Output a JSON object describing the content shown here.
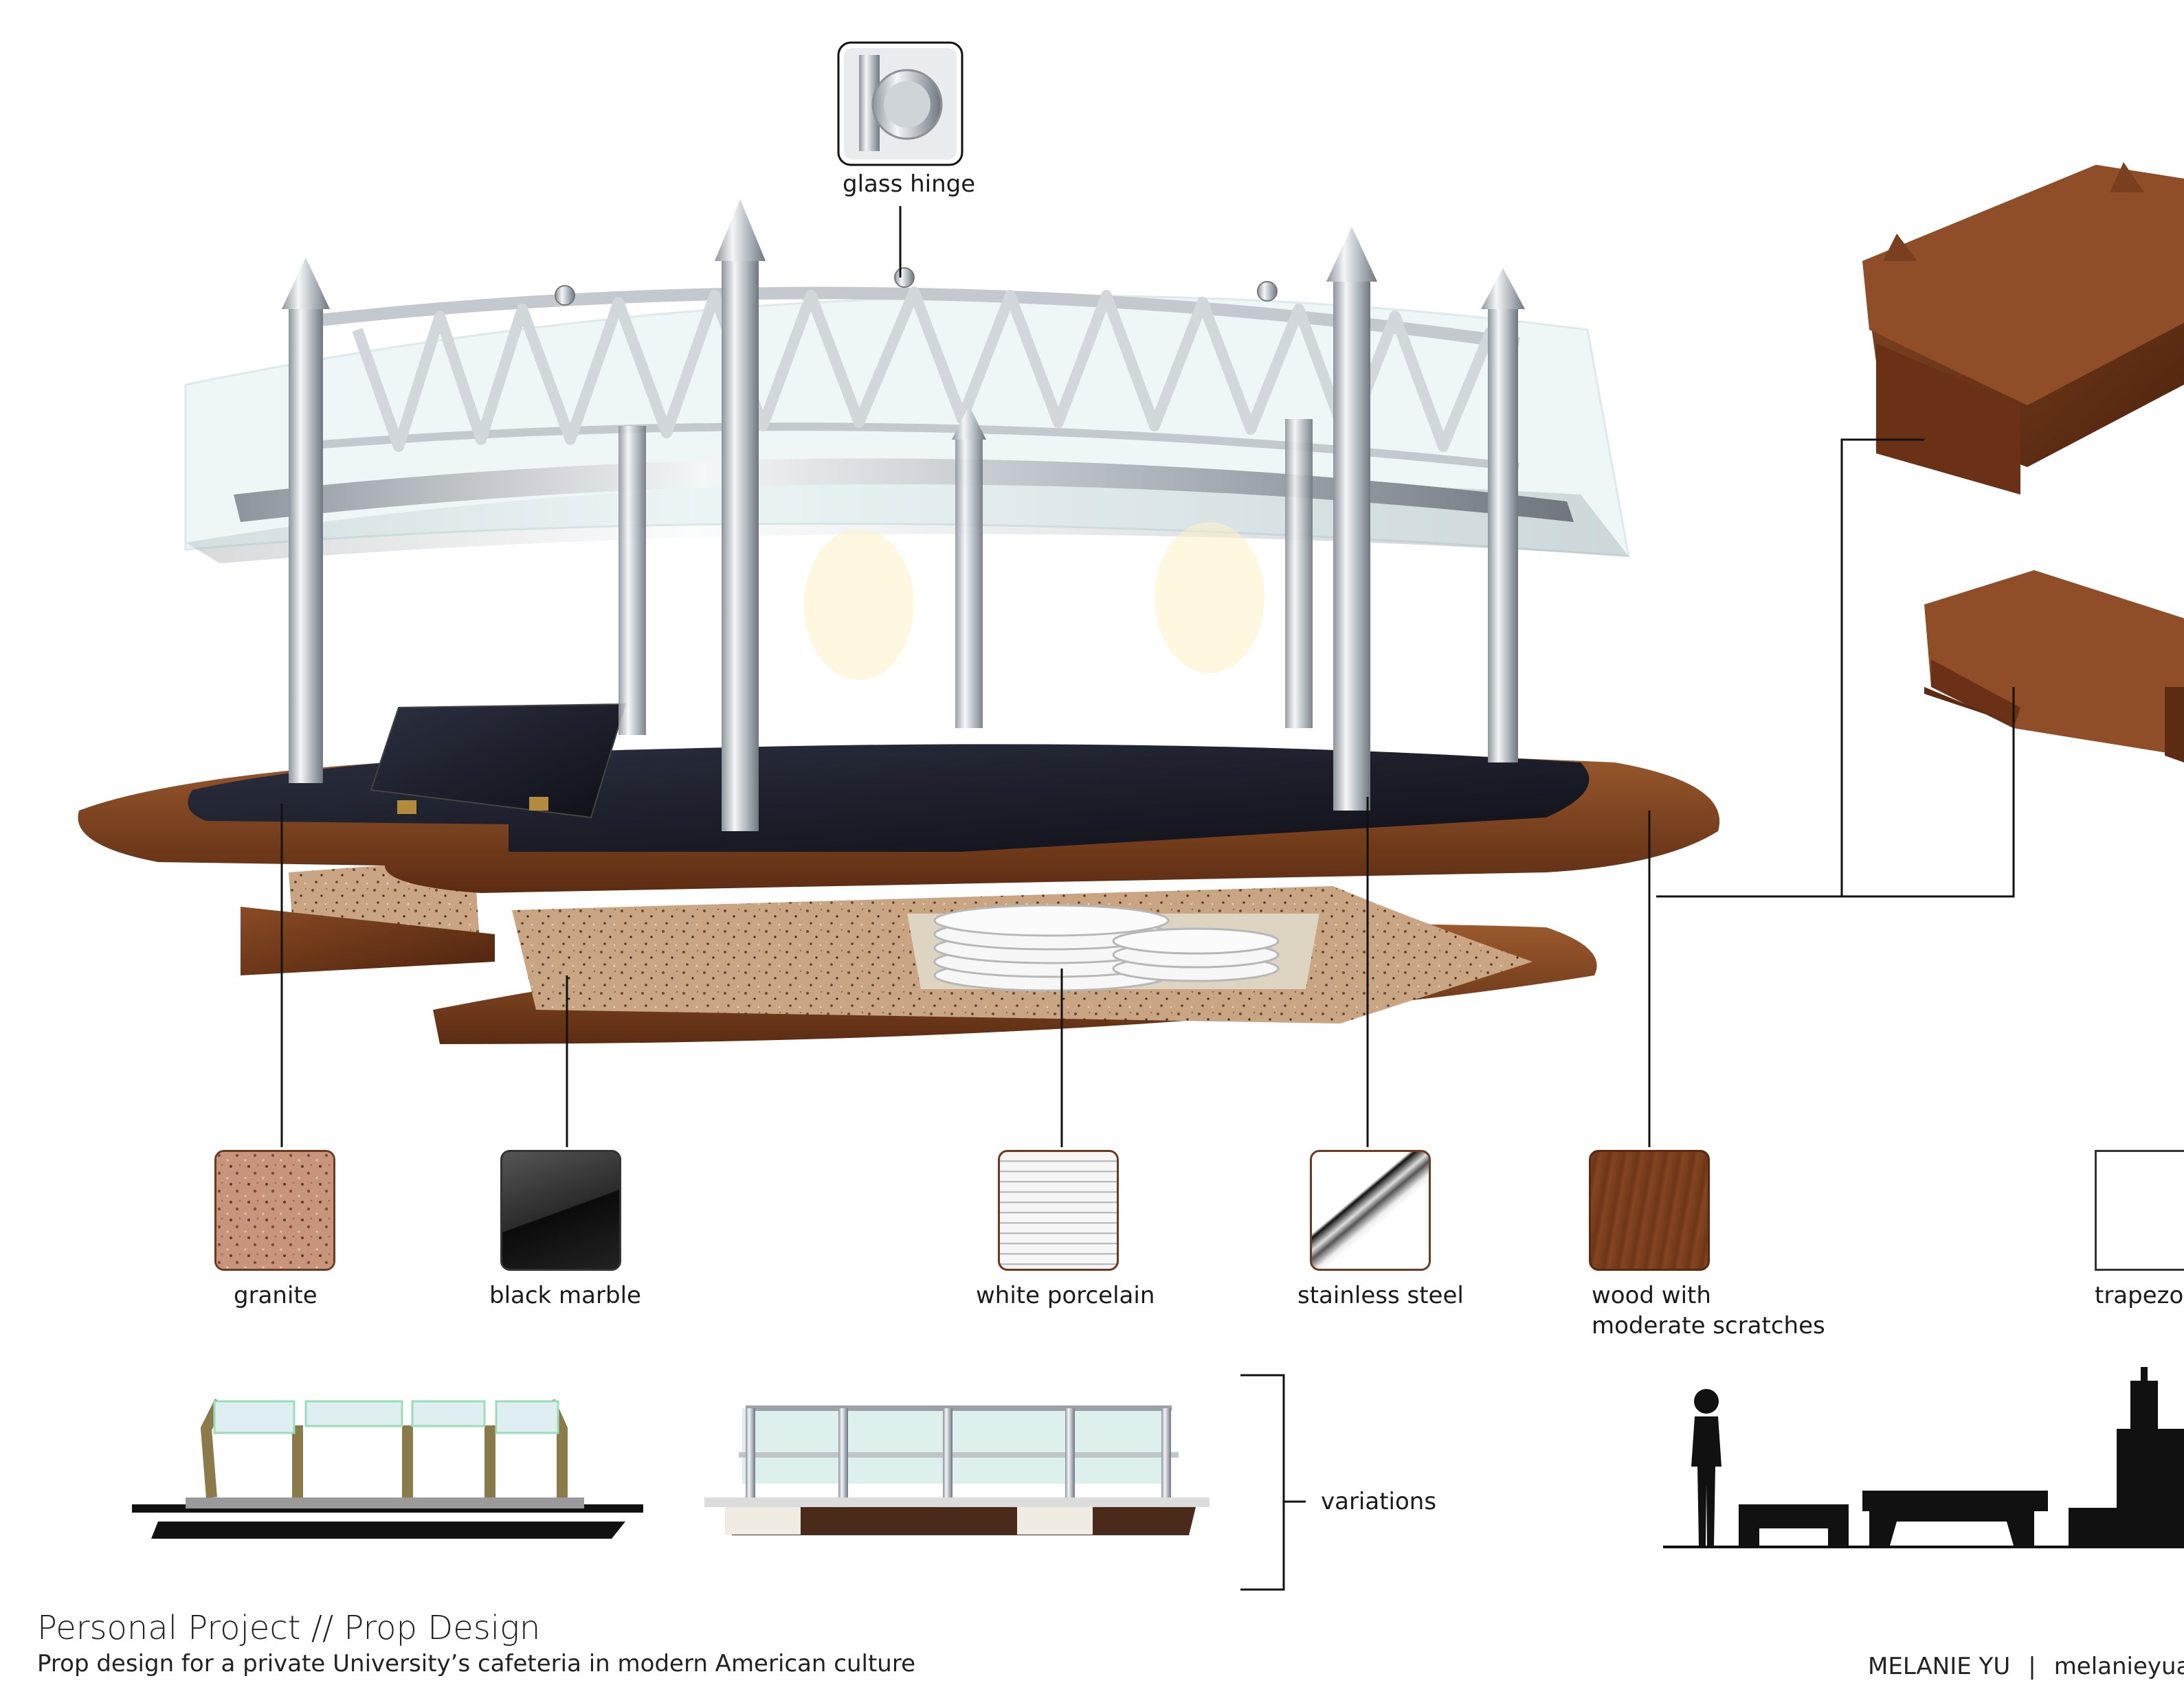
{
  "callouts": {
    "glass_hinge": "glass hinge",
    "variations": "variations"
  },
  "materials": [
    {
      "name": "granite",
      "icon": "granite-swatch",
      "color": "#c9967f"
    },
    {
      "name": "black marble",
      "icon": "black-marble-swatch",
      "color": "#2d2d2d"
    },
    {
      "name": "white porcelain",
      "icon": "white-porcelain-swatch",
      "color": "#f2f2f2"
    },
    {
      "name": "stainless steel",
      "icon": "stainless-steel-swatch",
      "color": "#b8bcc0"
    },
    {
      "name": "wood with",
      "name_line2": "moderate scratches",
      "icon": "wood-swatch",
      "color": "#7a3f1e"
    },
    {
      "name": "trapezoi",
      "icon": "trapezoid-swatch",
      "color": "#ffffff"
    }
  ],
  "footer": {
    "title": "Personal Project // Prop Design",
    "subtitle": "Prop design for a private University’s cafeteria in modern American culture",
    "author": "MELANIE YU",
    "separator": "|",
    "site": "melanieyua"
  },
  "colors": {
    "wood": "#7a3f1e",
    "granite": "#c9a583",
    "black_marble": "#1f2130",
    "steel": "#c4c9cf",
    "glass": "#d9eef0",
    "leader_line": "#111111"
  }
}
